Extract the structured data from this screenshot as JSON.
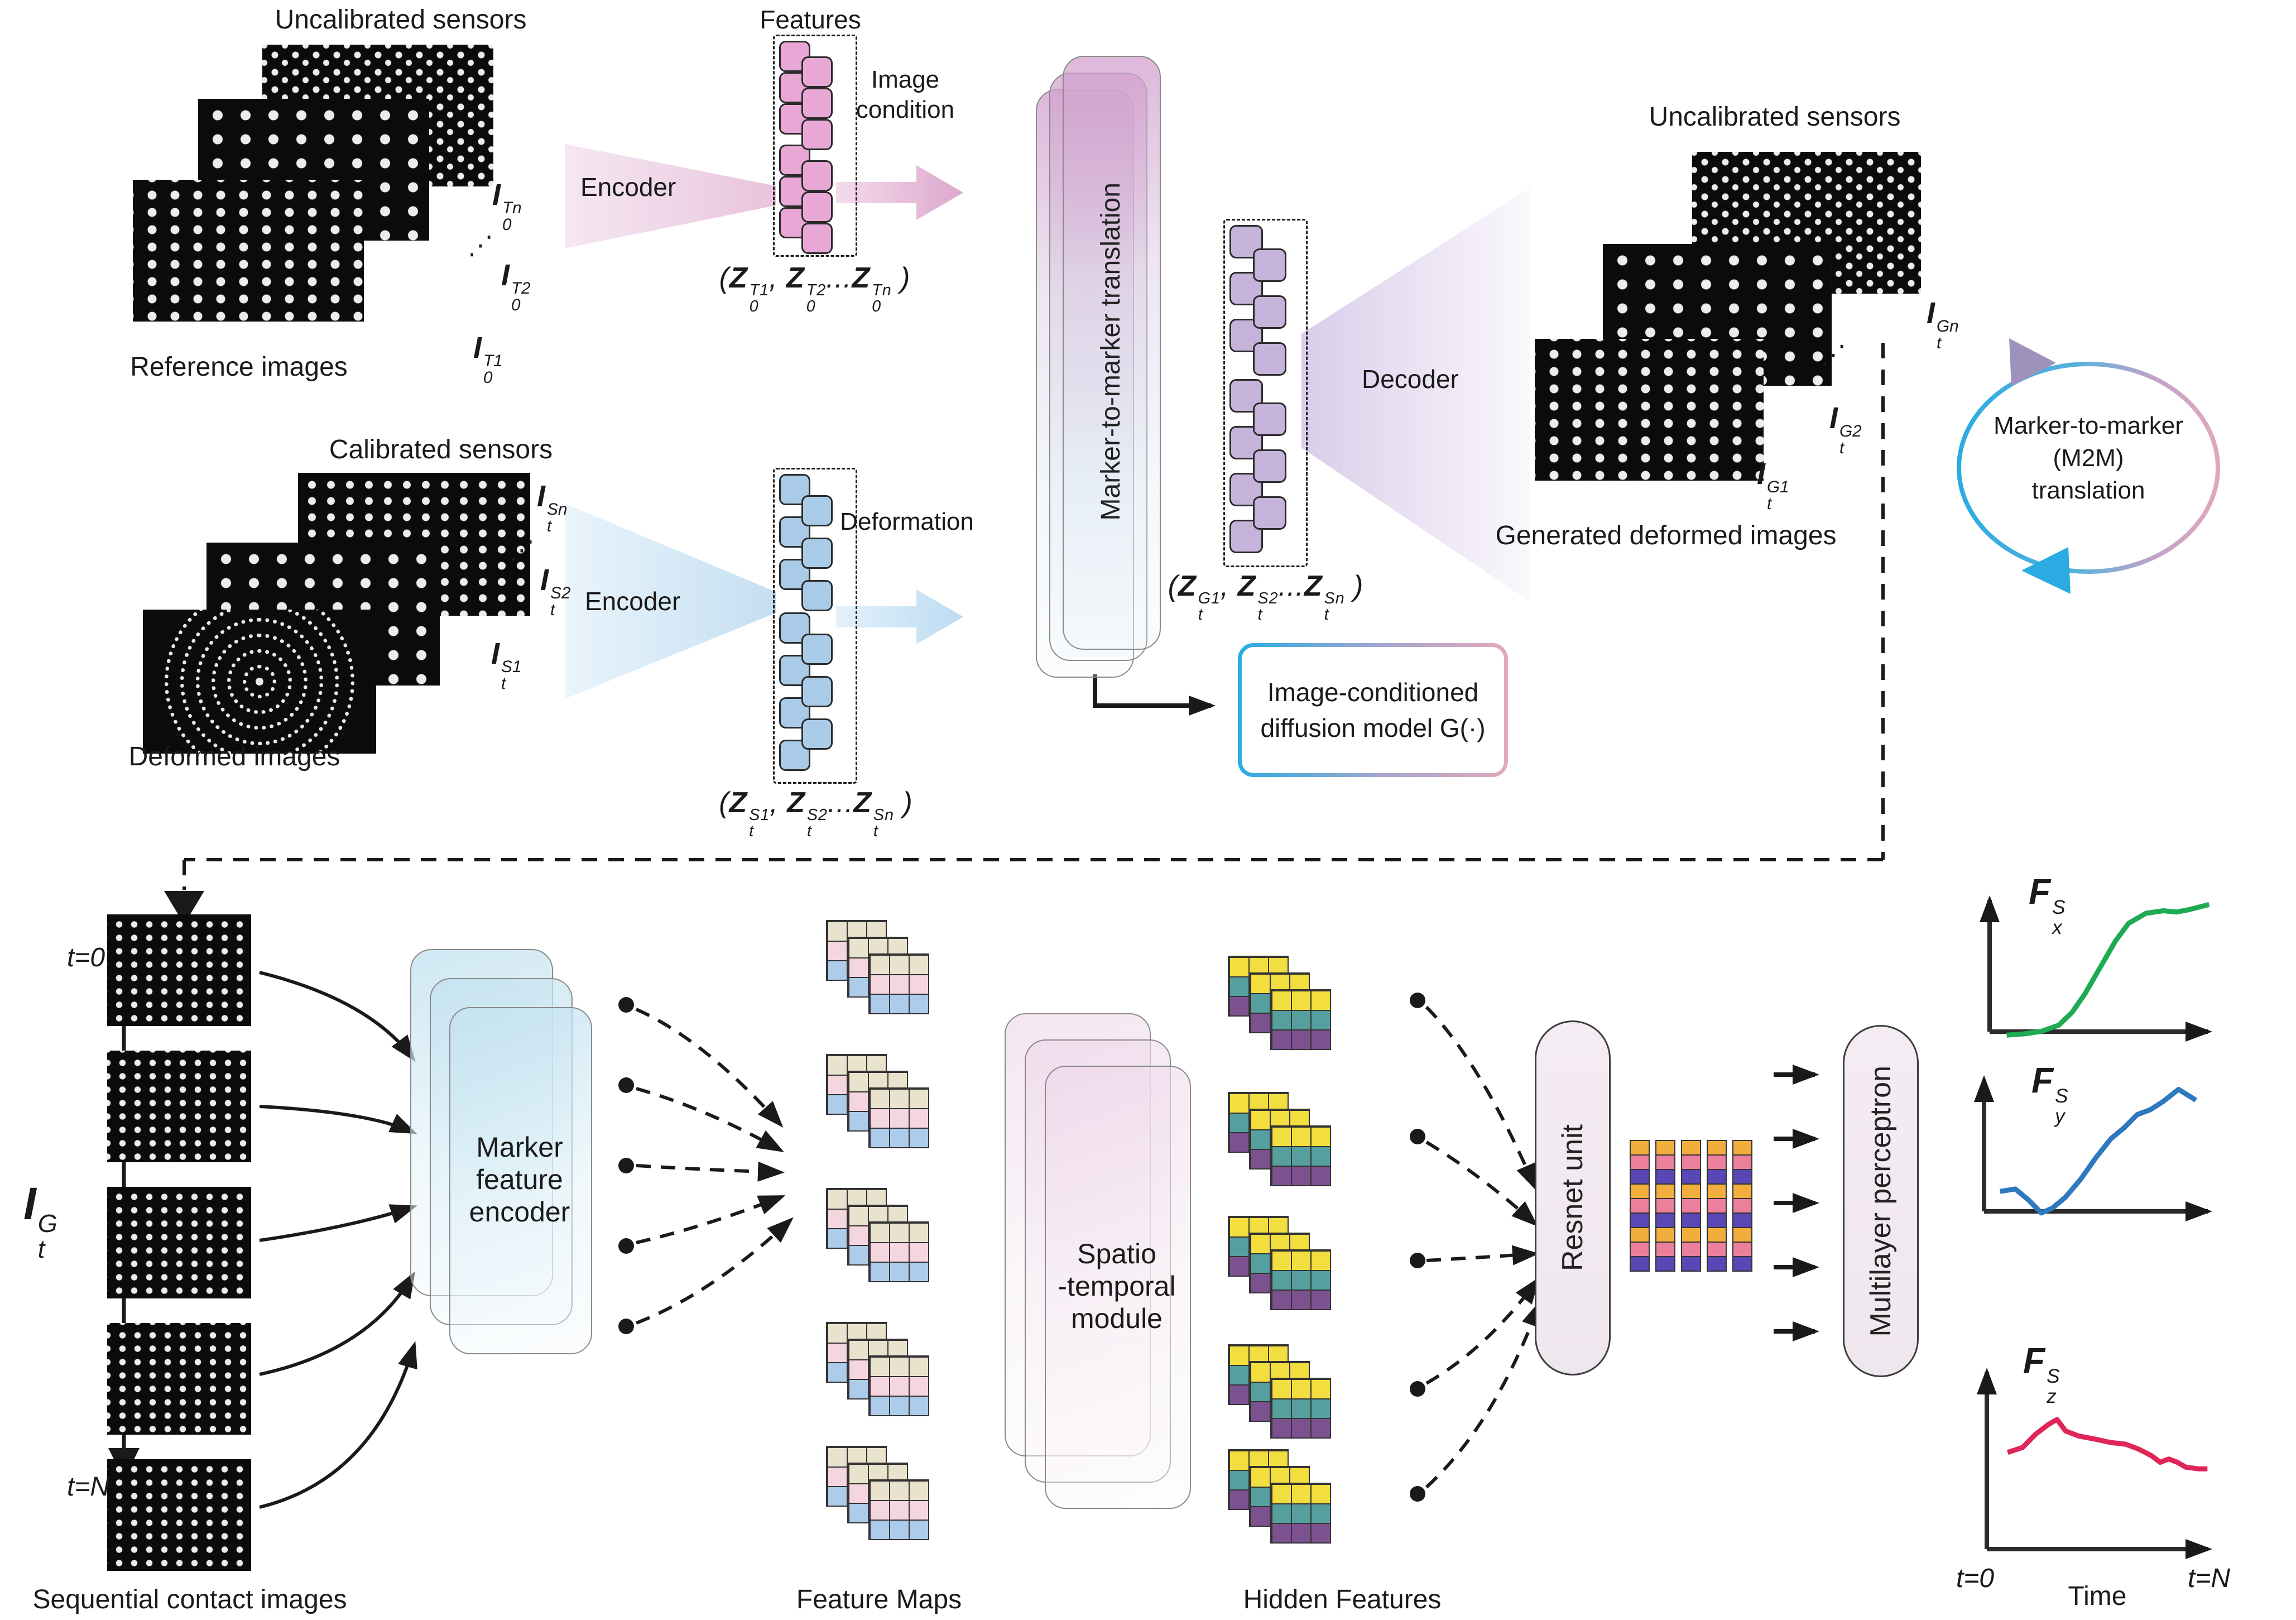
{
  "colors": {
    "feature_pink": "#E8A7D5",
    "feature_purple": "#C6B3DA",
    "feature_blue": "#A9CBE8",
    "fmap_rows": [
      "#E9E3CE",
      "#F6D6DE",
      "#ADCBEA"
    ],
    "hidden_rows": [
      "#F2DE3E",
      "#55A09E",
      "#7C5190"
    ],
    "col_rows": [
      "#F2AE3C",
      "#EC7F9B",
      "#5A46B4"
    ],
    "fx_green": "#1FAA54",
    "fy_blue": "#2E78BE",
    "fz_red": "#E02558",
    "m2m_blue": "#29ABE2"
  },
  "labels": {
    "uncalibrated_top": "Uncalibrated sensors",
    "reference_caption": "Reference images",
    "calibrated": "Calibrated sensors",
    "deformed_caption": "Deformed images",
    "uncalibrated_right": "Uncalibrated sensors",
    "generated_caption": "Generated deformed images",
    "features_title": "Features",
    "encoder_top": "Encoder",
    "encoder_bottom": "Encoder",
    "decoder": "Decoder",
    "image_condition_l1": "Image",
    "image_condition_l2": "condition",
    "deformation": "Deformation",
    "m2m_panel": "Marker-to-marker translation",
    "diffusion_l1": "Image-conditioned",
    "diffusion_l2": "diffusion model G(·)",
    "m2m_circle_l1": "Marker-to-marker",
    "m2m_circle_l2": "(M2M)",
    "m2m_circle_l3": "translation",
    "seq_caption": "Sequential contact images",
    "t0": "t=0",
    "tN": "t=N",
    "marker_encoder_l1": "Marker",
    "marker_encoder_l2": "feature",
    "marker_encoder_l3": "encoder",
    "feature_maps": "Feature Maps",
    "spatio_l1": "Spatio",
    "spatio_l2": "-temporal",
    "spatio_l3": "module",
    "hidden_features": "Hidden Features",
    "resnet": "Resnet unit",
    "mlp": "Multilayer perceptron",
    "time_t0": "t=0",
    "time": "Time",
    "time_tN": "t=N",
    "dots": "⋰"
  },
  "formulas": {
    "ref_label_1": [
      {
        "b": "I",
        "sub": "0",
        "sup": "T1"
      }
    ],
    "ref_label_2": [
      {
        "b": "I",
        "sub": "0",
        "sup": "T2"
      }
    ],
    "ref_label_n": [
      {
        "b": "I",
        "sub": "0",
        "sup": "Tn"
      }
    ],
    "cal_label_1": [
      {
        "b": "I",
        "sub": "t",
        "sup": "S1"
      }
    ],
    "cal_label_2": [
      {
        "b": "I",
        "sub": "t",
        "sup": "S2"
      }
    ],
    "cal_label_n": [
      {
        "b": "I",
        "sub": "t",
        "sup": "Sn"
      }
    ],
    "gen_label_1": [
      {
        "b": "I",
        "sub": "t",
        "sup": "G1"
      }
    ],
    "gen_label_2": [
      {
        "b": "I",
        "sub": "t",
        "sup": "G2"
      }
    ],
    "gen_label_n": [
      {
        "b": "I",
        "sub": "t",
        "sup": "Gn"
      }
    ],
    "seq_axis": [
      {
        "b": "I",
        "sub": "t",
        "sup": "G"
      }
    ],
    "features_top": [
      {
        "t": "("
      },
      {
        "b": "Z",
        "sub": "0",
        "sup": "T1"
      },
      {
        "t": ", "
      },
      {
        "b": "Z",
        "sub": "0",
        "sup": "T2"
      },
      {
        "t": "..."
      },
      {
        "b": "Z",
        "sub": "0",
        "sup": "Tn"
      },
      {
        "t": " )"
      }
    ],
    "features_mid": [
      {
        "t": "("
      },
      {
        "b": "Z",
        "sub": "t",
        "sup": "G1"
      },
      {
        "t": ", "
      },
      {
        "b": "Z",
        "sub": "t",
        "sup": "S2"
      },
      {
        "t": "..."
      },
      {
        "b": "Z",
        "sub": "t",
        "sup": "Sn"
      },
      {
        "t": " )"
      }
    ],
    "features_bottom": [
      {
        "t": "("
      },
      {
        "b": "Z",
        "sub": "t",
        "sup": "S1"
      },
      {
        "t": ", "
      },
      {
        "b": "Z",
        "sub": "t",
        "sup": "S2"
      },
      {
        "t": "..."
      },
      {
        "b": "Z",
        "sub": "t",
        "sup": "Sn"
      },
      {
        "t": " )"
      }
    ],
    "g1_label": [
      {
        "b": "F",
        "sup": "S",
        "sub": "x"
      }
    ],
    "g2_label": [
      {
        "b": "F",
        "sup": "S",
        "sub": "y"
      }
    ],
    "g3_label": [
      {
        "b": "F",
        "sup": "S",
        "sub": "z"
      }
    ]
  },
  "graphs": [
    {
      "name": "Fx",
      "color_key": "fx_green",
      "points": [
        [
          0.04,
          1.05
        ],
        [
          0.12,
          1.04
        ],
        [
          0.2,
          1.02
        ],
        [
          0.28,
          0.97
        ],
        [
          0.34,
          0.87
        ],
        [
          0.4,
          0.72
        ],
        [
          0.47,
          0.51
        ],
        [
          0.54,
          0.3
        ],
        [
          0.6,
          0.16
        ],
        [
          0.68,
          0.08
        ],
        [
          0.76,
          0.06
        ],
        [
          0.82,
          0.07
        ],
        [
          0.88,
          0.05
        ],
        [
          0.97,
          0.01
        ]
      ]
    },
    {
      "name": "Fy",
      "color_key": "fy_blue",
      "points": [
        [
          0.03,
          0.88
        ],
        [
          0.1,
          0.86
        ],
        [
          0.16,
          0.95
        ],
        [
          0.22,
          1.06
        ],
        [
          0.27,
          1.02
        ],
        [
          0.33,
          0.93
        ],
        [
          0.4,
          0.78
        ],
        [
          0.47,
          0.6
        ],
        [
          0.54,
          0.44
        ],
        [
          0.6,
          0.35
        ],
        [
          0.66,
          0.24
        ],
        [
          0.72,
          0.2
        ],
        [
          0.78,
          0.13
        ],
        [
          0.85,
          0.03
        ],
        [
          0.93,
          0.12
        ]
      ]
    },
    {
      "name": "Fz",
      "color_key": "fz_red",
      "points": [
        [
          0.05,
          0.44
        ],
        [
          0.12,
          0.41
        ],
        [
          0.18,
          0.33
        ],
        [
          0.24,
          0.27
        ],
        [
          0.28,
          0.24
        ],
        [
          0.32,
          0.31
        ],
        [
          0.38,
          0.34
        ],
        [
          0.46,
          0.36
        ],
        [
          0.53,
          0.38
        ],
        [
          0.6,
          0.39
        ],
        [
          0.66,
          0.42
        ],
        [
          0.72,
          0.46
        ],
        [
          0.76,
          0.5
        ],
        [
          0.8,
          0.48
        ],
        [
          0.84,
          0.5
        ],
        [
          0.88,
          0.53
        ],
        [
          0.94,
          0.54
        ],
        [
          0.98,
          0.54
        ]
      ]
    }
  ]
}
